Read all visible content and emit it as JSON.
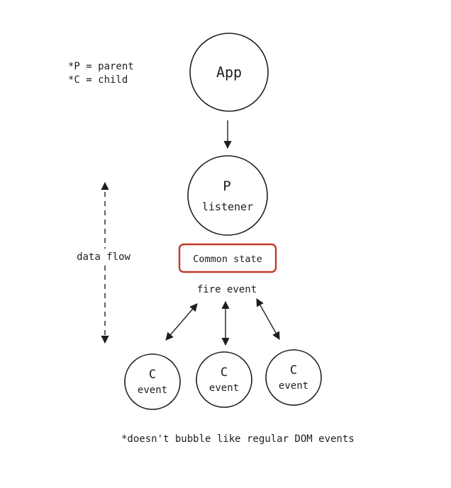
{
  "legend": {
    "line1": "*P = parent",
    "line2": "*C = child"
  },
  "nodes": {
    "app": {
      "label": "App"
    },
    "parent": {
      "label": "P",
      "sublabel": "listener"
    },
    "common_state": {
      "label": "Common state",
      "border_color": "#c0392b"
    },
    "fire_event": {
      "label": "fire event"
    },
    "children": [
      {
        "label": "C",
        "sublabel": "event"
      },
      {
        "label": "C",
        "sublabel": "event"
      },
      {
        "label": "C",
        "sublabel": "event"
      }
    ]
  },
  "data_flow": {
    "label": "data flow"
  },
  "footnote": "*doesn't bubble like regular DOM events",
  "colors": {
    "ink": "#1e1e1e",
    "accent": "#c0392b"
  }
}
